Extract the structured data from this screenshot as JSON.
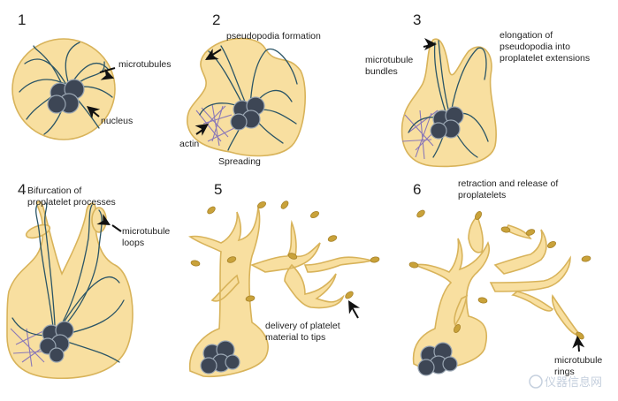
{
  "panels": [
    {
      "number": "1",
      "labels": {
        "microtubules": "microtubules",
        "nucleus": "nucleus"
      }
    },
    {
      "number": "2",
      "labels": {
        "pseudopodia": "pseudopodia formation",
        "actin": "actin",
        "spreading": "Spreading"
      }
    },
    {
      "number": "3",
      "labels": {
        "bundles_1": "microtubule",
        "bundles_2": "bundles",
        "elong_1": "elongation of",
        "elong_2": "pseudopodia into",
        "elong_3": "proplatelet extensions"
      }
    },
    {
      "number": "4",
      "labels": {
        "bif_1": "Bifurcation of",
        "bif_2": "proplatelet processes",
        "loops_1": "microtubule",
        "loops_2": "loops"
      }
    },
    {
      "number": "5",
      "labels": {
        "deliv_1": "delivery of platelet",
        "deliv_2": "material to tips"
      }
    },
    {
      "number": "6",
      "labels": {
        "retr_1": "retraction and release of",
        "retr_2": "proplatelets",
        "rings_1": "microtubule",
        "rings_2": "rings"
      }
    }
  ],
  "watermark": "仪器信息网",
  "colors": {
    "cytoplasm": "#f8dfa0",
    "microtubule": "#2b5566",
    "actin": "#8a78b8",
    "nucleus": "#3d4655",
    "tip": "#c9a23a"
  }
}
